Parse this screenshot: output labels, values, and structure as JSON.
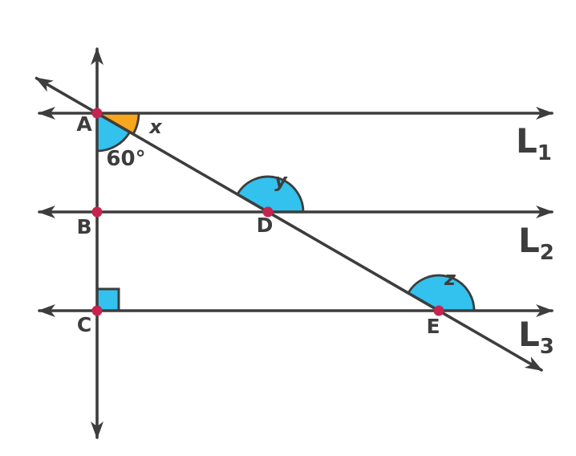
{
  "colors": {
    "background": "#ffffff",
    "line": "#3d3d3d",
    "text": "#3d3d3d",
    "point": "#c62450",
    "angle_cyan": "#33c1ee",
    "angle_orange": "#f7a61e"
  },
  "points": {
    "a": "A",
    "b": "B",
    "c": "C",
    "d": "D",
    "e": "E"
  },
  "angle_labels": {
    "x": "x",
    "y": "y",
    "z": "z",
    "measure_60": "60°"
  },
  "line_labels": {
    "l1": {
      "base": "L",
      "sub": "1"
    },
    "l2": {
      "base": "L",
      "sub": "2"
    },
    "l3": {
      "base": "L",
      "sub": "3"
    }
  }
}
